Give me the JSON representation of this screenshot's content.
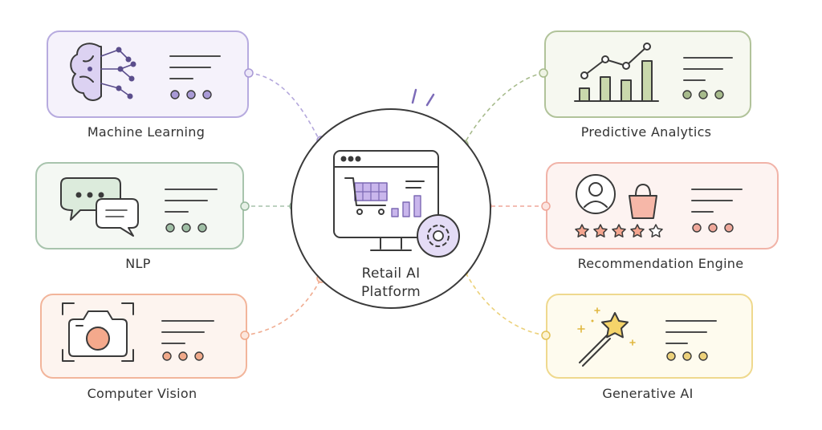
{
  "center": {
    "line1": "Retail AI",
    "line2": "Platform"
  },
  "nodes": [
    {
      "label": "Machine Learning",
      "icon": "brain-network-icon",
      "color": "#a99ad6",
      "bg": "#f4f1fb"
    },
    {
      "label": "NLP",
      "icon": "chat-bubbles-icon",
      "color": "#9fbfa5",
      "bg": "#f4f8f3"
    },
    {
      "label": "Computer Vision",
      "icon": "camera-icon",
      "color": "#f0a98a",
      "bg": "#fdf4ef"
    },
    {
      "label": "Predictive Analytics",
      "icon": "trend-chart-icon",
      "color": "#a7bb8c",
      "bg": "#f6f8f0"
    },
    {
      "label": "Recommendation Engine",
      "icon": "user-bag-stars-icon",
      "color": "#efa79a",
      "bg": "#fdf3f1"
    },
    {
      "label": "Generative AI",
      "icon": "magic-wand-icon",
      "color": "#ecd17a",
      "bg": "#fefbee"
    }
  ]
}
